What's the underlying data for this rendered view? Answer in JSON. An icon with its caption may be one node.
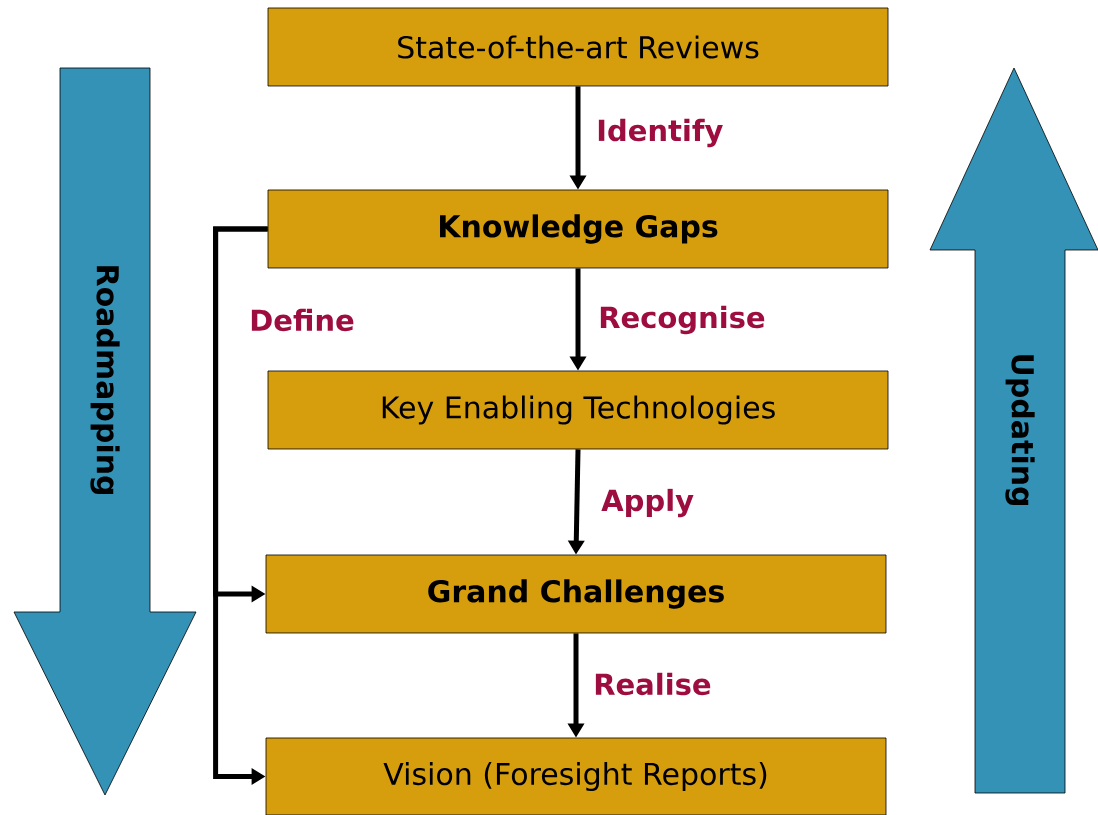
{
  "diagram": {
    "nodes": [
      {
        "text": [
          "State-of-the-art Reviews"
        ]
      },
      {
        "text": [
          "Knowledge Gaps"
        ]
      },
      {
        "text": [
          "Key Enabling Technologies"
        ]
      },
      {
        "text": [
          "Grand Challenges"
        ]
      },
      {
        "text": [
          "Vision (Foresight Reports)"
        ]
      },
      {
        "text": [
          "Roadmapping"
        ]
      },
      {
        "text": [
          "Updating"
        ]
      }
    ],
    "edges": [
      {
        "from": 0,
        "to": 1,
        "arrow": "to",
        "label": "Identify"
      },
      {
        "from": 1,
        "to": 2,
        "arrow": "to",
        "label": "Recognise"
      },
      {
        "from": 2,
        "to": 3,
        "arrow": "to",
        "label": "Apply"
      },
      {
        "from": 3,
        "to": 4,
        "arrow": "to",
        "label": "Realise"
      },
      {
        "from": 1,
        "to": 3,
        "arrow": "to",
        "label": "Define"
      },
      {
        "from": 1,
        "to": 4,
        "arrow": "to"
      }
    ]
  }
}
